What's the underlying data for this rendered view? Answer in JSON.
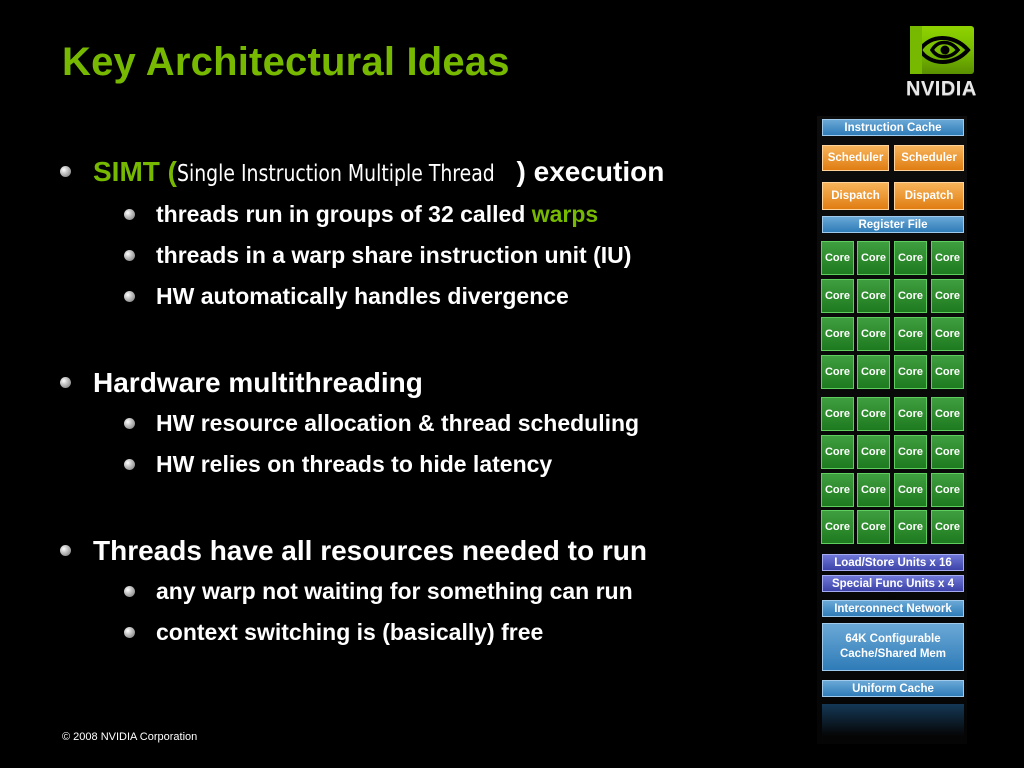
{
  "slide": {
    "title": "Key Architectural Ideas",
    "footer": "© 2008 NVIDIA Corporation"
  },
  "logo": {
    "wordmark": "NVIDIA",
    "icon": "nvidia-eye-icon",
    "color": "#76b900"
  },
  "bullets": {
    "simt": {
      "acronym": "SIMT",
      "open": " (",
      "expansion": "Single Instruction Multiple Thread",
      "close": ") execution",
      "subs": {
        "groups_prefix": "threads run in groups of 32 called ",
        "groups_highlight": "warps",
        "share": "threads in a warp share instruction unit (IU)",
        "divergence": "HW automatically handles divergence"
      }
    },
    "hw": {
      "heading": "Hardware multithreading",
      "subs": {
        "alloc": "HW resource allocation & thread scheduling",
        "latency": "HW relies on threads to hide latency"
      }
    },
    "threads": {
      "heading": "Threads have all resources needed to run",
      "subs": {
        "anywarp": "any warp not waiting for something can run",
        "context": "context switching is (basically) free"
      }
    }
  },
  "diagram": {
    "instruction_cache": "Instruction Cache",
    "scheduler": "Scheduler",
    "dispatch": "Dispatch",
    "register_file": "Register File",
    "core": "Core",
    "load_store": "Load/Store Units x 16",
    "special_func": "Special Func Units x 4",
    "interconnect": "Interconnect Network",
    "cache_shared": "64K Configurable Cache/Shared Mem",
    "uniform_cache": "Uniform Cache"
  },
  "colors": {
    "accent_green": "#76b900",
    "block_blue": "#2f7cb8",
    "block_orange": "#e07d12",
    "core_green": "#1f7a1f",
    "block_purple": "#3d43a8"
  }
}
